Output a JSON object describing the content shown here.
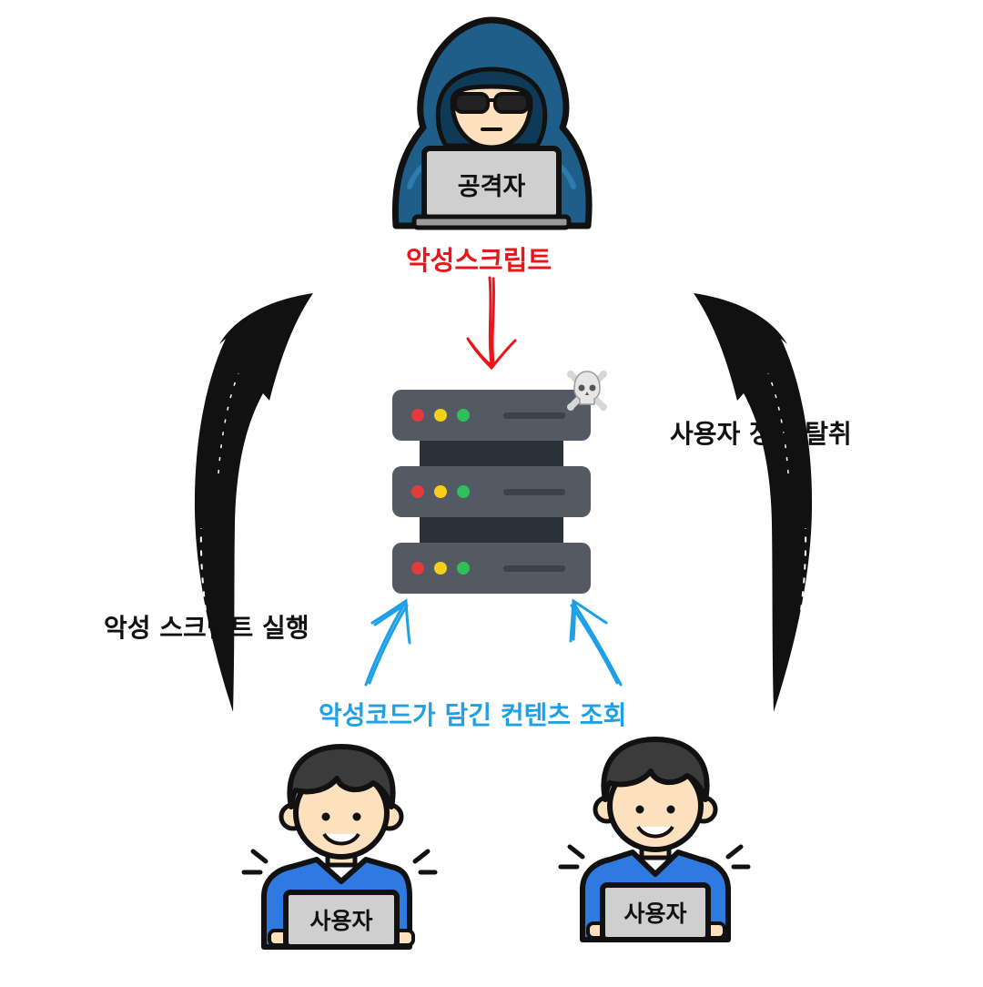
{
  "attacker": {
    "label": "공격자"
  },
  "users": [
    {
      "label": "사용자"
    },
    {
      "label": "사용자"
    }
  ],
  "steps": {
    "inject": "악성스크립트",
    "steal": "사용자 정보 탈취",
    "execute": "악성 스크립트 실행",
    "view": "악성코드가 담긴 컨텐츠 조회"
  },
  "colors": {
    "inject_arrow": "#e8151b",
    "view_arrow": "#1ea0e6",
    "hood": "#1f5e88",
    "server_body": "#535a64",
    "server_gap": "#2b323a",
    "user_shirt": "#2f7ae0",
    "hair": "#3b3b3b",
    "skin": "#fde0bd"
  },
  "icons": [
    "hacker-icon",
    "server-icon",
    "skull-crossbones-icon",
    "user-icon",
    "laptop-icon"
  ]
}
